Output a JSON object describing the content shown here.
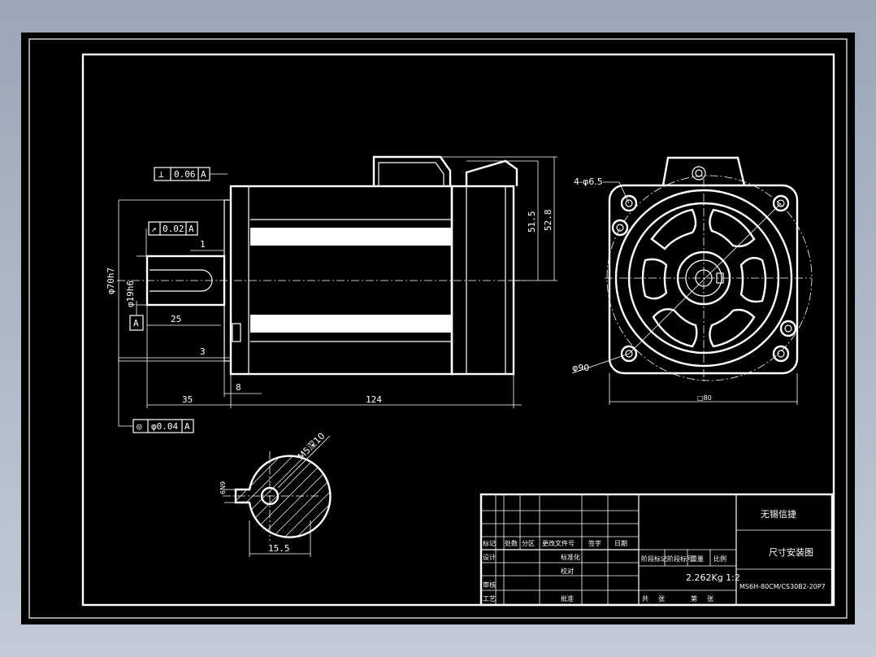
{
  "drawing": {
    "background": "#000000",
    "line_color": "#ffffff",
    "side_view": {
      "tolerance_top": {
        "symbol": "⊥",
        "value": "0.06",
        "datum": "A"
      },
      "tolerance_runout": {
        "symbol": "↗",
        "value": "0.02",
        "datum": "A"
      },
      "tolerance_concentric": {
        "symbol": "◎",
        "value": "φ0.04",
        "datum": "A"
      },
      "datum_label": "A",
      "dim_flange_dia": "φ70h7",
      "dim_shaft_dia": "φ19h6",
      "dim_key_length": "25",
      "dim_1": "1",
      "dim_3": "3",
      "dim_8": "8",
      "dim_35": "35",
      "dim_124": "124",
      "dim_51_5": "51.5",
      "dim_52_8": "52.8"
    },
    "front_view": {
      "holes_label": "4-φ6.5",
      "pcd_label": "φ90",
      "square_label": "□80"
    },
    "section_view": {
      "thread_label": "M5深10",
      "key_width": "6N9",
      "dim_15_5": "15.5"
    },
    "title_block": {
      "company": "无锡信捷",
      "title": "尺寸安装图",
      "model": "MS6H-80CM/CS30B2-20P7",
      "mass_scale": "2.262Kg 1:2",
      "headers": [
        "标记",
        "处数",
        "分区",
        "更改文件号",
        "签字",
        "日期"
      ],
      "rows_left": [
        "设计",
        "审核",
        "工艺"
      ],
      "mid_labels": [
        "标准化",
        "校对",
        "批准"
      ],
      "right_headers": [
        "阶段标记",
        "阶段标号",
        "重量",
        "比例"
      ],
      "bottom_labels": [
        "共",
        "张",
        "第",
        "张"
      ]
    }
  }
}
